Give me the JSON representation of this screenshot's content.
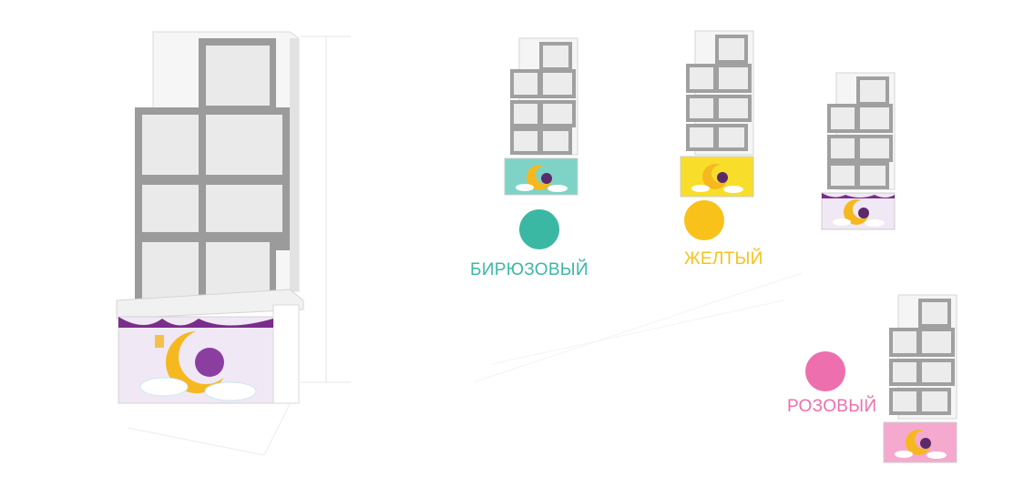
{
  "palette": {
    "turquoise": "#3bb8a4",
    "yellow": "#f8c21a",
    "pink": "#ee6fae",
    "lilac": "#f0e8f4",
    "shelf_grey": "#9a9a9a",
    "shelf_white": "#f2f2f2"
  },
  "products": [
    {
      "variant": "main-view",
      "front_color_key": "lilac"
    },
    {
      "variant": "turquoise",
      "front_color_key": "turquoise"
    },
    {
      "variant": "yellow",
      "front_color_key": "yellow"
    },
    {
      "variant": "lilac",
      "front_color_key": "lilac"
    },
    {
      "variant": "pink",
      "front_color_key": "pink"
    }
  ],
  "color_options": [
    {
      "label": "БИРЮЗОВЫЙ",
      "color": "#3bb8a4"
    },
    {
      "label": "ЖЕЛТЫЙ",
      "color": "#f8c21a"
    },
    {
      "label": "РОЗОВЫЙ",
      "color": "#ee6fae"
    }
  ]
}
